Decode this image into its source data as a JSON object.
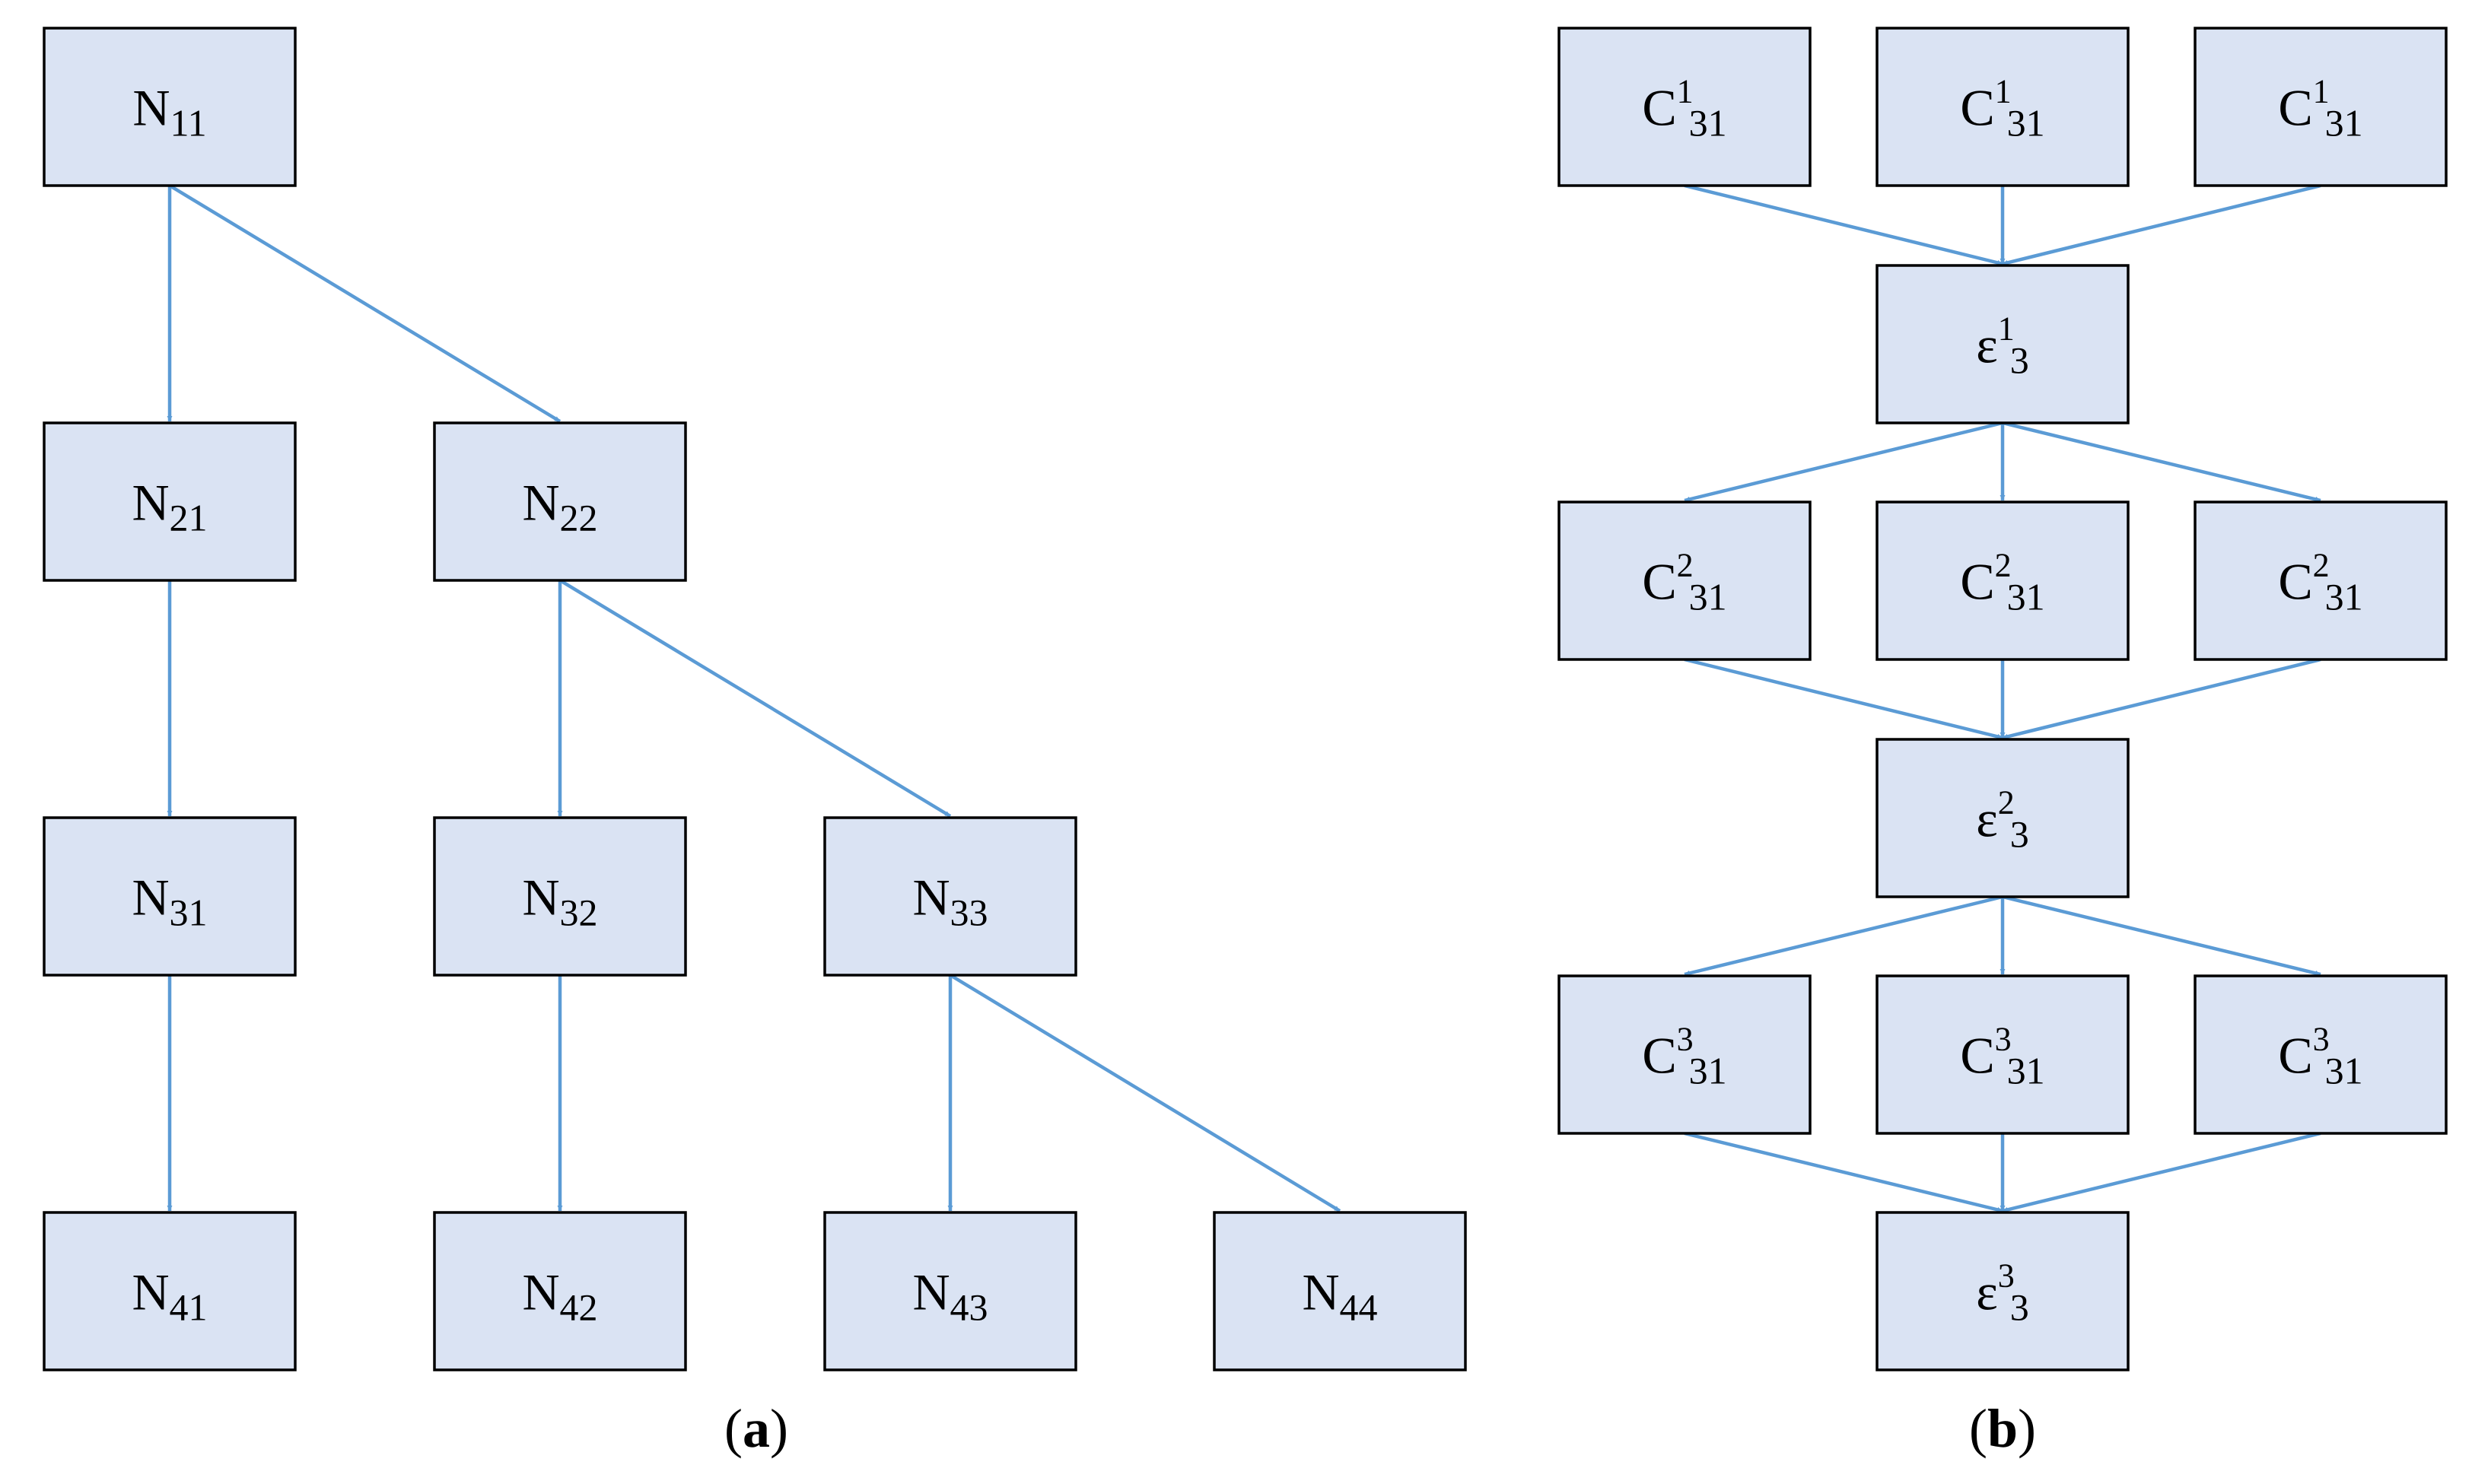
{
  "panel_a": {
    "label_open": "(",
    "label_letter": "a",
    "label_close": ")",
    "nodes": [
      {
        "id": "N11",
        "base": "N",
        "sub": "11"
      },
      {
        "id": "N21",
        "base": "N",
        "sub": "21"
      },
      {
        "id": "N22",
        "base": "N",
        "sub": "22"
      },
      {
        "id": "N31",
        "base": "N",
        "sub": "31"
      },
      {
        "id": "N32",
        "base": "N",
        "sub": "32"
      },
      {
        "id": "N33",
        "base": "N",
        "sub": "33"
      },
      {
        "id": "N41",
        "base": "N",
        "sub": "41"
      },
      {
        "id": "N42",
        "base": "N",
        "sub": "42"
      },
      {
        "id": "N43",
        "base": "N",
        "sub": "43"
      },
      {
        "id": "N44",
        "base": "N",
        "sub": "44"
      }
    ],
    "edges": [
      [
        "N11",
        "N21"
      ],
      [
        "N11",
        "N22"
      ],
      [
        "N21",
        "N31"
      ],
      [
        "N22",
        "N32"
      ],
      [
        "N22",
        "N33"
      ],
      [
        "N31",
        "N41"
      ],
      [
        "N32",
        "N42"
      ],
      [
        "N33",
        "N43"
      ],
      [
        "N33",
        "N44"
      ]
    ]
  },
  "panel_b": {
    "label_open": "(",
    "label_letter": "b",
    "label_close": ")",
    "nodes": [
      {
        "id": "C1a",
        "base": "C",
        "sup": "1",
        "sub": "31"
      },
      {
        "id": "C1b",
        "base": "C",
        "sup": "1",
        "sub": "31"
      },
      {
        "id": "C1c",
        "base": "C",
        "sup": "1",
        "sub": "31"
      },
      {
        "id": "E1",
        "base": "ε",
        "sup": "1",
        "sub": "3"
      },
      {
        "id": "C2a",
        "base": "C",
        "sup": "2",
        "sub": "31"
      },
      {
        "id": "C2b",
        "base": "C",
        "sup": "2",
        "sub": "31"
      },
      {
        "id": "C2c",
        "base": "C",
        "sup": "2",
        "sub": "31"
      },
      {
        "id": "E2",
        "base": "ε",
        "sup": "2",
        "sub": "3"
      },
      {
        "id": "C3a",
        "base": "C",
        "sup": "3",
        "sub": "31"
      },
      {
        "id": "C3b",
        "base": "C",
        "sup": "3",
        "sub": "31"
      },
      {
        "id": "C3c",
        "base": "C",
        "sup": "3",
        "sub": "31"
      },
      {
        "id": "E3",
        "base": "ε",
        "sup": "3",
        "sub": "3"
      }
    ],
    "edges": [
      [
        "C1a",
        "E1"
      ],
      [
        "C1b",
        "E1"
      ],
      [
        "C1c",
        "E1"
      ],
      [
        "E1",
        "C2a"
      ],
      [
        "E1",
        "C2b"
      ],
      [
        "E1",
        "C2c"
      ],
      [
        "C2a",
        "E2"
      ],
      [
        "C2b",
        "E2"
      ],
      [
        "C2c",
        "E2"
      ],
      [
        "E2",
        "C3a"
      ],
      [
        "E2",
        "C3b"
      ],
      [
        "E2",
        "C3c"
      ],
      [
        "C3a",
        "E3"
      ],
      [
        "C3b",
        "E3"
      ],
      [
        "C3c",
        "E3"
      ]
    ]
  },
  "colors": {
    "node_fill": "#dae3f3",
    "node_stroke": "#000000",
    "edge": "#5b9bd5"
  }
}
